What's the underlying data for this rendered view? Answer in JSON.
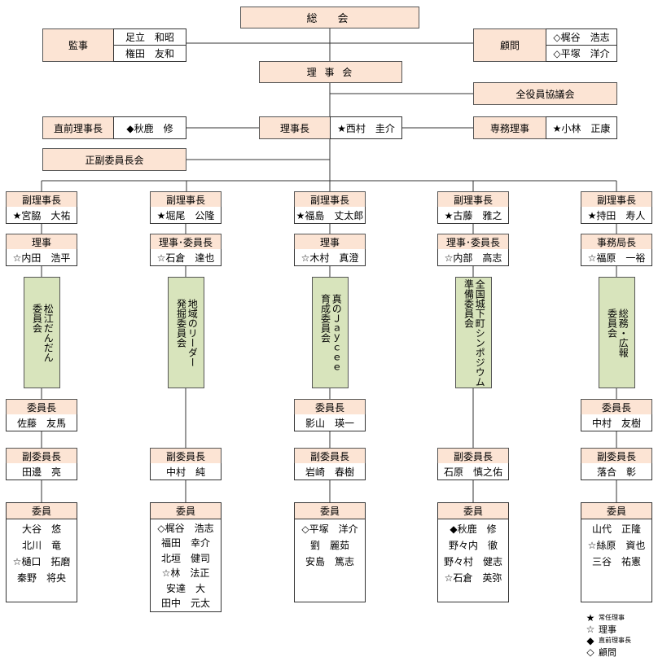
{
  "top": {
    "sokai": "総　会",
    "kanji": {
      "label": "監事",
      "names": [
        "足立　和昭",
        "権田　友和"
      ]
    },
    "komon": {
      "label": "顧問",
      "names": [
        "◇梶谷　浩志",
        "◇平塚　洋介"
      ]
    },
    "rijikai": "理 事 会",
    "zenyakuin": "全役員協議会",
    "chokuzen": {
      "label": "直前理事長",
      "name": "◆秋鹿　修"
    },
    "rijicho": {
      "label": "理事長",
      "name": "★西村　圭介"
    },
    "senmu": {
      "label": "専務理事",
      "name": "★小林　正康"
    },
    "seifuku": "正副委員長会"
  },
  "columns": [
    {
      "vp_label": "副理事長",
      "vp_name": "★宮脇　大祐",
      "role_label": "理事",
      "role_name": "☆内田　浩平",
      "committee": "松江だんだん\n委員会",
      "chair_label": "委員長",
      "chair_name": "佐藤　友馬",
      "vice_label": "副委員長",
      "vice_name": "田邊　亮",
      "members_label": "委員",
      "members": [
        "大谷　悠",
        "北川　竜",
        "☆樋口　拓磨",
        "秦野　将央"
      ]
    },
    {
      "vp_label": "副理事長",
      "vp_name": "★堀尾　公隆",
      "role_label": "理事･委員長",
      "role_name": "☆石倉　達也",
      "committee": "地域のリーダー\n発掘委員会",
      "chair_label": "",
      "chair_name": "",
      "vice_label": "副委員長",
      "vice_name": "中村　純",
      "members_label": "委員",
      "members": [
        "◇梶谷　浩志",
        "福田　幸介",
        "北垣　健司",
        "☆林　法正",
        "安達　大",
        "田中　元太"
      ]
    },
    {
      "vp_label": "副理事長",
      "vp_name": "★福島　丈太郎",
      "role_label": "理事",
      "role_name": "☆木村　真澄",
      "committee": "真のＪａｙｃｅｅ\n育成委員会",
      "chair_label": "委員長",
      "chair_name": "影山　瑛一",
      "vice_label": "副委員長",
      "vice_name": "岩崎　春樹",
      "members_label": "委員",
      "members": [
        "◇平塚　洋介",
        "劉　麗茹",
        "安島　篤志"
      ]
    },
    {
      "vp_label": "副理事長",
      "vp_name": "★古藤　雅之",
      "role_label": "理事･委員長",
      "role_name": "☆内部　高志",
      "committee": "全国城下町シンポジウム\n準備委員会",
      "chair_label": "",
      "chair_name": "",
      "vice_label": "副委員長",
      "vice_name": "石原　慎之佑",
      "members_label": "委員",
      "members": [
        "◆秋鹿　修",
        "野々内　徹",
        "野々村　健志",
        "☆石倉　英弥"
      ]
    },
    {
      "vp_label": "副理事長",
      "vp_name": "★持田　寿人",
      "role_label": "事務局長",
      "role_name": "☆福原　一裕",
      "committee": "総務・広報\n委員会",
      "chair_label": "委員長",
      "chair_name": "中村　友樹",
      "vice_label": "副委員長",
      "vice_name": "落合　彰",
      "members_label": "委員",
      "members": [
        "山代　正隆",
        "☆絲原　資也",
        "三谷　祐憲"
      ]
    }
  ],
  "legend": [
    {
      "symbol": "★",
      "text": "常任理事",
      "small": true
    },
    {
      "symbol": "☆",
      "text": "理事",
      "small": false
    },
    {
      "symbol": "◆",
      "text": "直前理事長",
      "small": true
    },
    {
      "symbol": "◇",
      "text": "顧問",
      "small": false
    }
  ]
}
